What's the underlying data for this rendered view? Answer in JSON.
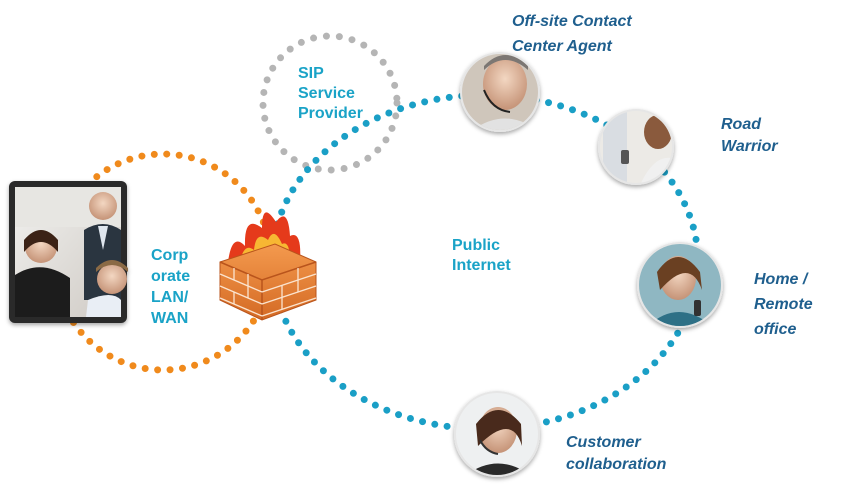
{
  "labels": {
    "sip": "SIP\nService\nProvider",
    "corporate": "Corp\norate\nLAN/\nWAN",
    "internet": "Public\nInternet",
    "offsite": "Off-site Contact\nCenter Agent",
    "road": "Road\nWarrior",
    "home": "Home /\nRemote\noffice",
    "customer": "Customer\ncollaboration"
  },
  "people": [
    {
      "name": "corporate-team-photo"
    },
    {
      "name": "offsite-agent-photo"
    },
    {
      "name": "road-warrior-photo"
    },
    {
      "name": "home-office-photo"
    },
    {
      "name": "customer-photo"
    }
  ],
  "colors": {
    "internet_ring": "#1a9fc6",
    "lan_ring": "#f08a1c",
    "sip_ring": "#b5b5b5",
    "label_cyan": "#1aa3c7",
    "label_navy": "#1f5f8e",
    "firewall_brick": "#e8803a",
    "flame": "#e53a1b"
  },
  "icons": [
    "firewall-icon"
  ]
}
